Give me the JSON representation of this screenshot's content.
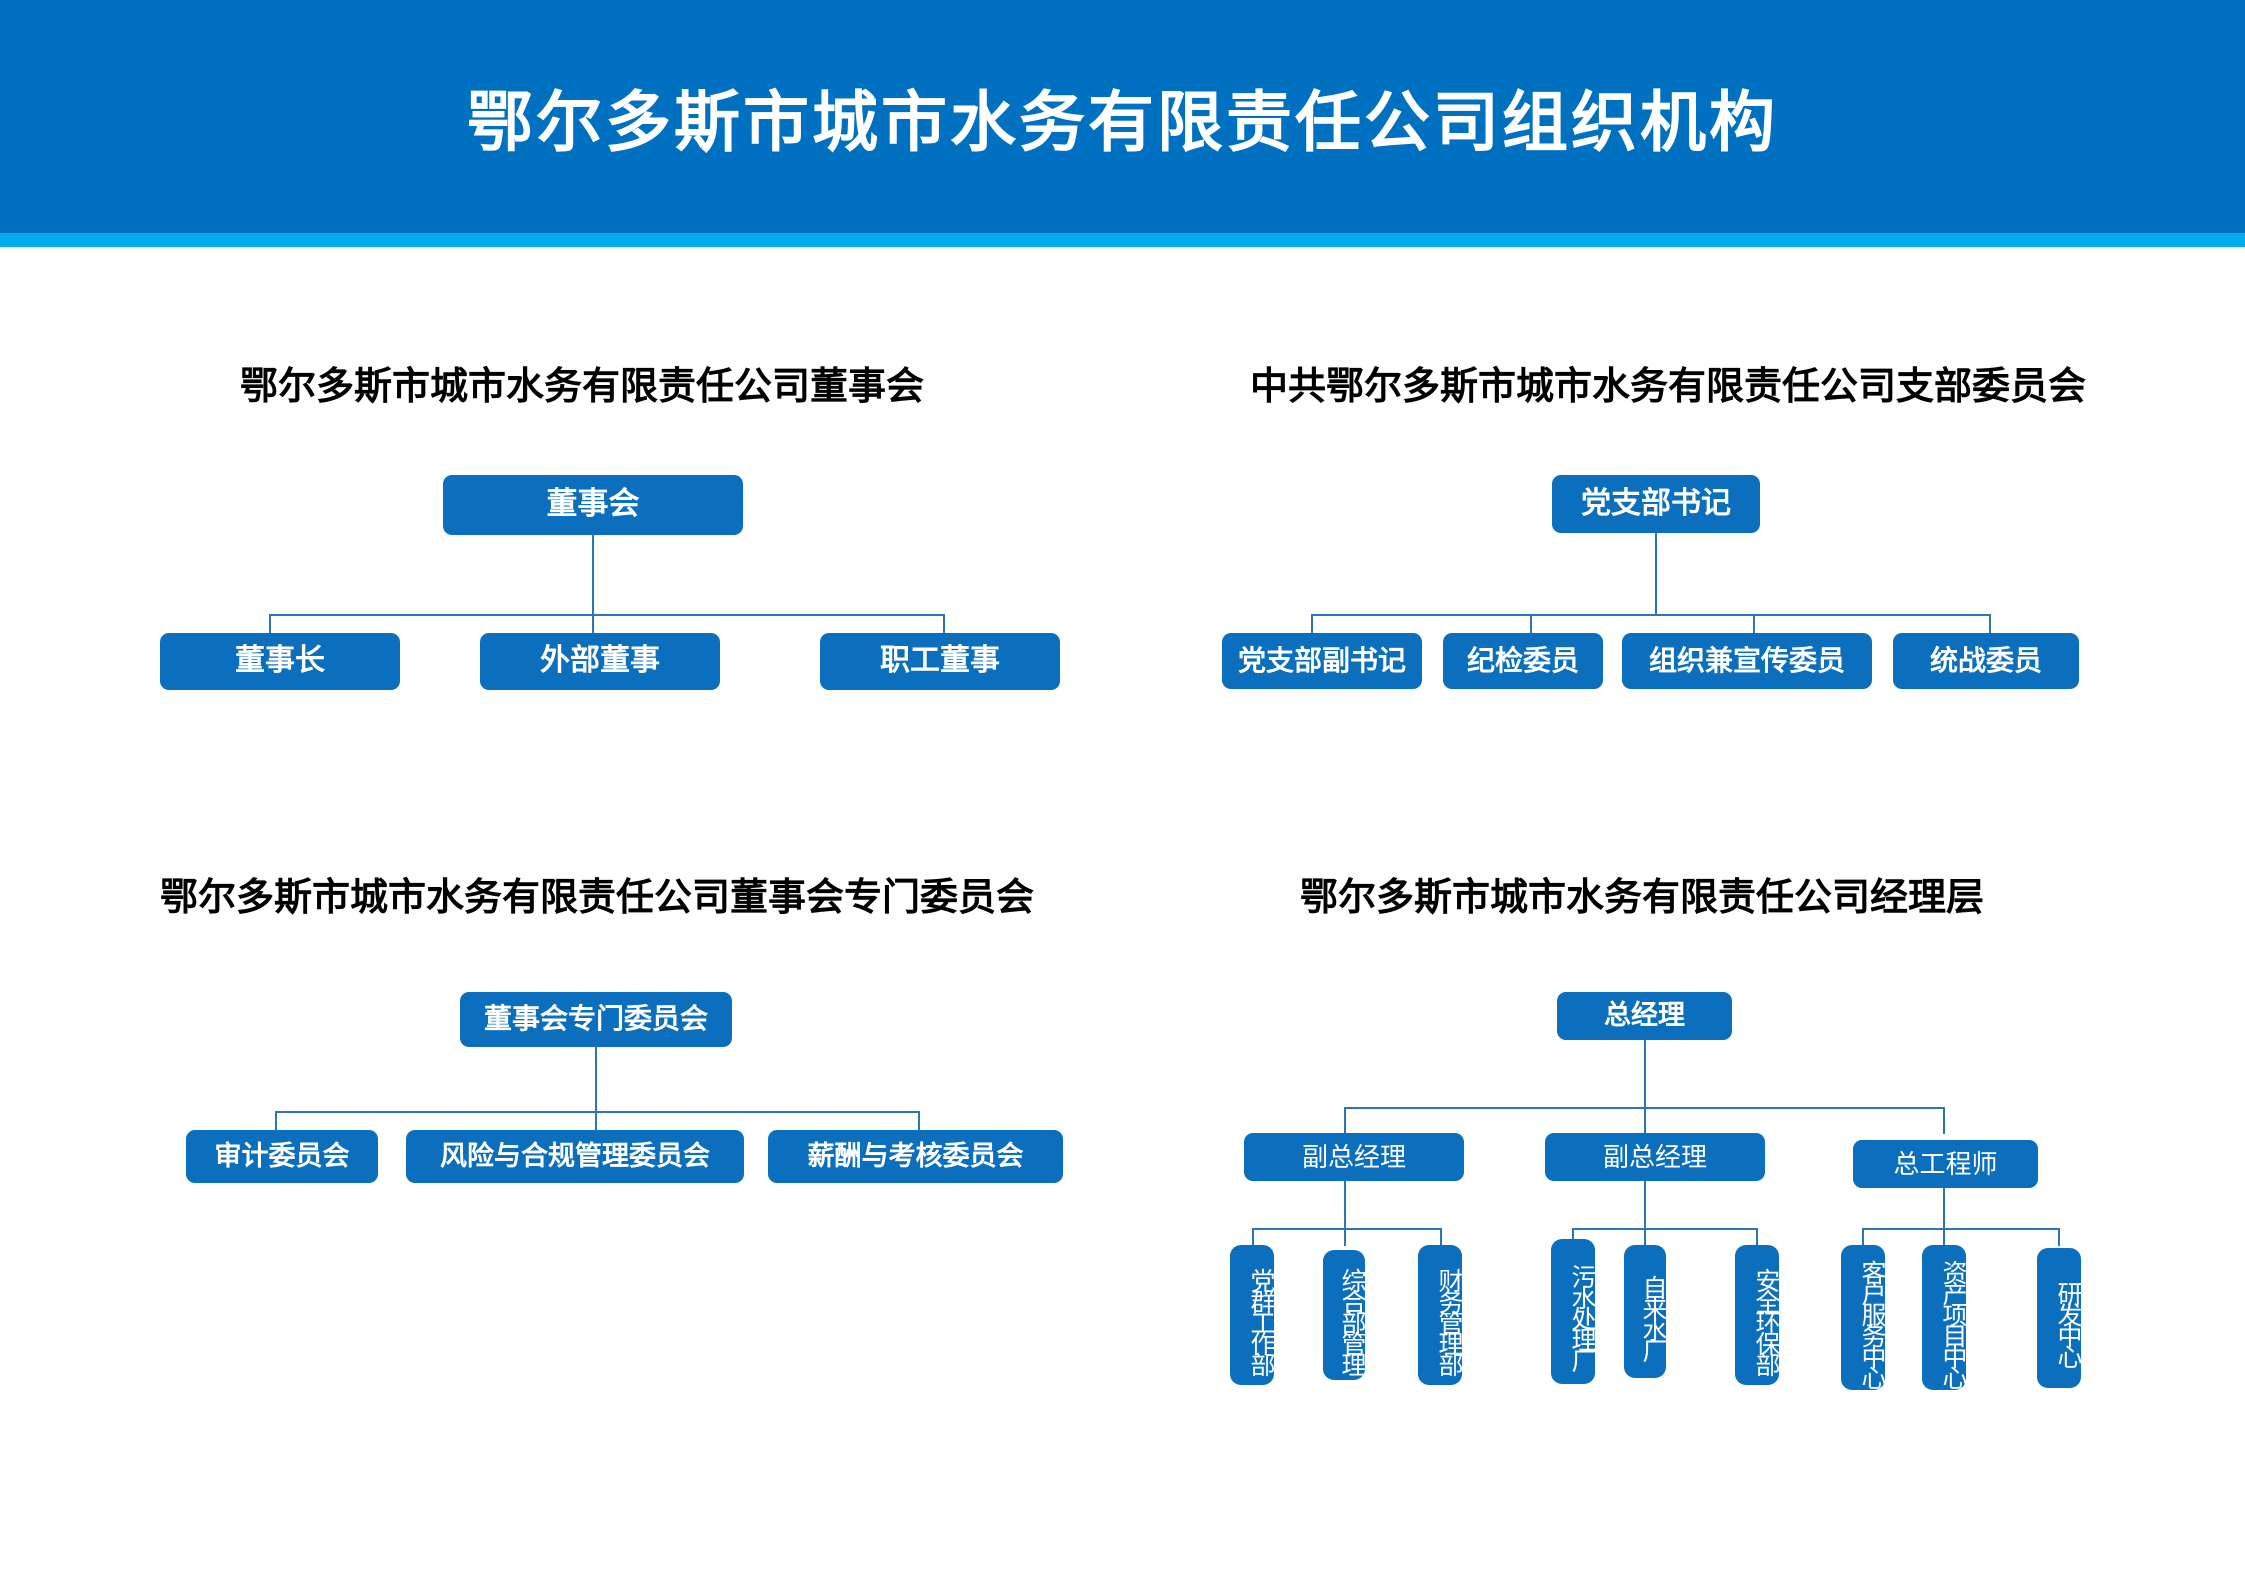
{
  "banner": {
    "title": "鄂尔多斯市城市水务有限责任公司组织机构",
    "bg_color": "#0070C0",
    "strip_color": "#00AEEF",
    "text_color": "#FFFFFF"
  },
  "theme": {
    "node_fill": "#0C6FBD",
    "connector_color": "#2E75B6",
    "node_text_color": "#FFFFFF",
    "section_title_color": "#000000",
    "page_background": "#FFFFFF"
  },
  "sections": [
    {
      "id": "board-of-directors",
      "title": "鄂尔多斯市城市水务有限责任公司董事会",
      "root": "董事会",
      "children": [
        "董事长",
        "外部董事",
        "职工董事"
      ]
    },
    {
      "id": "party-branch-committee",
      "title": "中共鄂尔多斯市城市水务有限责任公司支部委员会",
      "root": "党支部书记",
      "children": [
        "党支部副书记",
        "纪检委员",
        "组织兼宣传委员",
        "统战委员"
      ]
    },
    {
      "id": "board-special-committees",
      "title": "鄂尔多斯市城市水务有限责任公司董事会专门委员会",
      "root": "董事会专门委员会",
      "children": [
        "审计委员会",
        "风险与合规管理委员会",
        "薪酬与考核委员会"
      ]
    },
    {
      "id": "management-layer",
      "title": "鄂尔多斯市城市水务有限责任公司经理层",
      "root": "总经理",
      "branches": [
        {
          "label": "副总经理",
          "departments": [
            "党群工作部",
            "综合部管理",
            "财务管理部"
          ]
        },
        {
          "label": "副总经理",
          "departments": [
            "污水处理厂",
            "自来水厂",
            "安全环保部"
          ]
        },
        {
          "label": "总工程师",
          "departments": [
            "客户服务中心",
            "资产项目中心",
            "研发中心"
          ]
        }
      ]
    }
  ]
}
